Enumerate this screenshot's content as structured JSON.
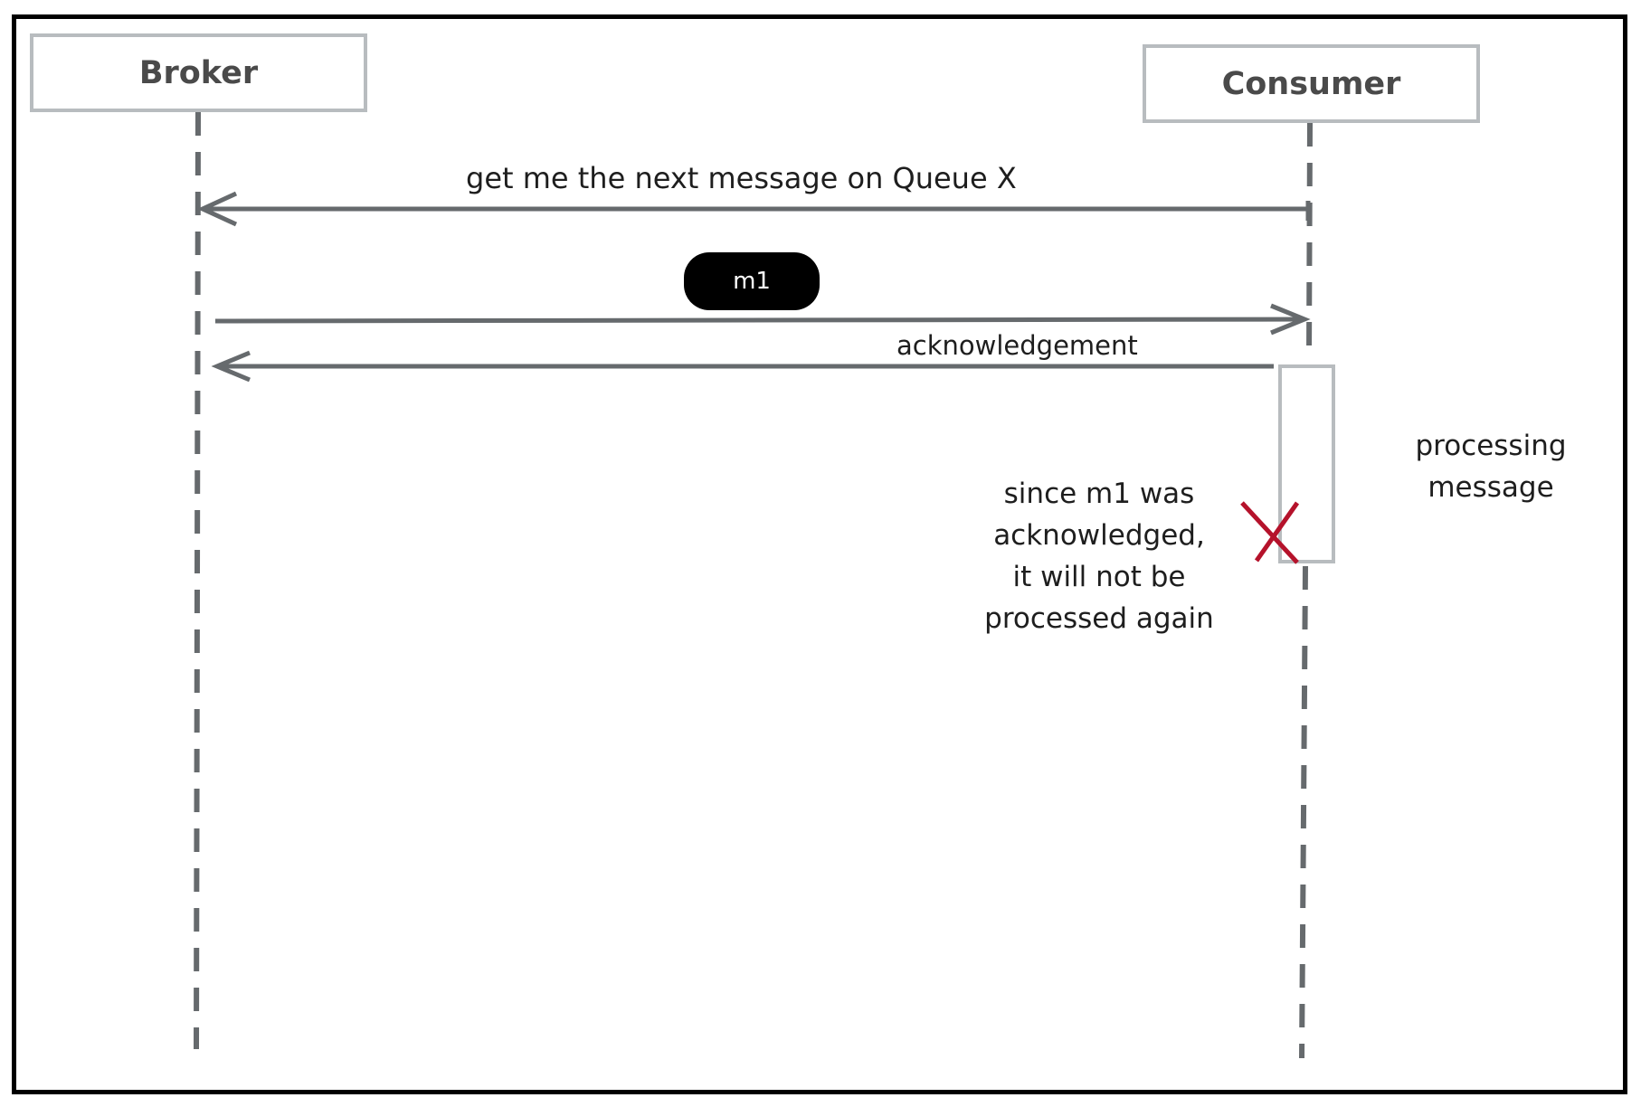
{
  "participants": {
    "broker": "Broker",
    "consumer": "Consumer"
  },
  "messages": {
    "request": "get me the next message on Queue X",
    "payload": "m1",
    "acknowledgement": "acknowledgement"
  },
  "notes": {
    "processing": "processing\nmessage",
    "not_processed_again": "since m1 was\nacknowledged,\nit will not be\nprocessed again"
  },
  "colors": {
    "lifeline": "#666a6d",
    "participant_border": "#b8bcbf",
    "participant_text": "#4a4a4a",
    "frame": "#000000",
    "cross": "#b5122b",
    "pill_background": "#000000",
    "pill_text": "#ffffff"
  },
  "icons": {
    "termination": "cross-icon"
  }
}
